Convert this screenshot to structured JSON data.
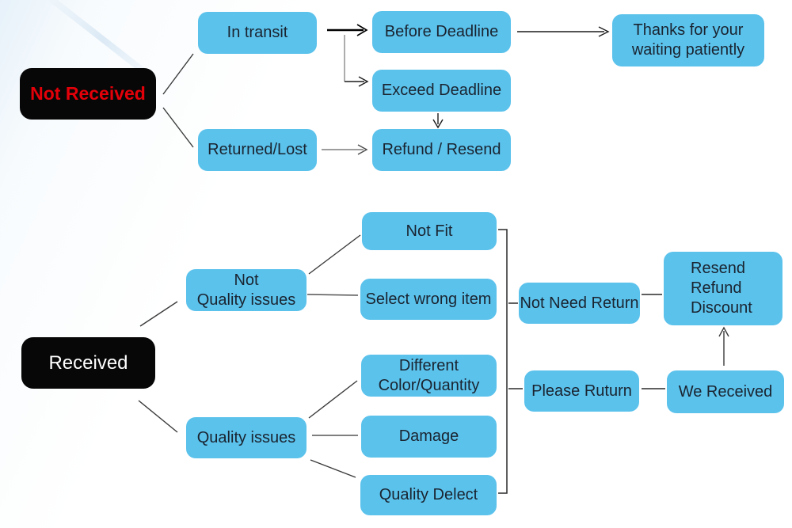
{
  "diagram": {
    "description": "Order after-sale service flowchart",
    "colors": {
      "node_blue": "#5bc2ec",
      "node_black": "#070707",
      "text_dark": "#1a2430",
      "not_received_red": "#e30009",
      "received_white": "#ffffff",
      "line_dark": "#1c1c1c",
      "line_gray": "#8a8a8a"
    },
    "nodes": {
      "not_received": {
        "label": "Not Received"
      },
      "in_transit": {
        "label": "In transit"
      },
      "before_deadline": {
        "label": "Before Deadline"
      },
      "exceed_deadline": {
        "label": "Exceed Deadline"
      },
      "thanks_waiting": {
        "label": "Thanks for your\nwaiting patiently"
      },
      "refund_resend": {
        "label": "Refund / Resend"
      },
      "returned_lost": {
        "label": "Returned/Lost"
      },
      "received": {
        "label": "Received"
      },
      "not_quality_issues": {
        "label": "Not\nQuality issues"
      },
      "not_fit": {
        "label": "Not Fit"
      },
      "select_wrong_item": {
        "label": "Select wrong item"
      },
      "different_color_quantity": {
        "label": "Different\nColor/Quantity"
      },
      "damage": {
        "label": "Damage"
      },
      "quality_delect": {
        "label": "Quality Delect"
      },
      "quality_issues": {
        "label": "Quality issues"
      },
      "not_need_return": {
        "label": "Not Need Return"
      },
      "please_ruturn": {
        "label": "Please Ruturn"
      },
      "we_received": {
        "label": "We Received"
      },
      "resend_refund_discount": {
        "label": "Resend\nRefund\nDiscount"
      }
    },
    "edges": [
      {
        "from": "not_received",
        "to": "in_transit",
        "arrow": false
      },
      {
        "from": "not_received",
        "to": "returned_lost",
        "arrow": false
      },
      {
        "from": "in_transit",
        "to": "before_deadline",
        "arrow": true
      },
      {
        "from": "in_transit",
        "to": "exceed_deadline",
        "arrow": true
      },
      {
        "from": "before_deadline",
        "to": "thanks_waiting",
        "arrow": true
      },
      {
        "from": "exceed_deadline",
        "to": "refund_resend",
        "arrow": true
      },
      {
        "from": "returned_lost",
        "to": "refund_resend",
        "arrow": true
      },
      {
        "from": "received",
        "to": "not_quality_issues",
        "arrow": false
      },
      {
        "from": "received",
        "to": "quality_issues",
        "arrow": false
      },
      {
        "from": "not_quality_issues",
        "to": "not_fit",
        "arrow": false
      },
      {
        "from": "not_quality_issues",
        "to": "select_wrong_item",
        "arrow": false
      },
      {
        "from": "quality_issues",
        "to": "different_color_quantity",
        "arrow": false
      },
      {
        "from": "quality_issues",
        "to": "damage",
        "arrow": false
      },
      {
        "from": "quality_issues",
        "to": "quality_delect",
        "arrow": false
      },
      {
        "from": "not_fit",
        "to": "not_need_return",
        "arrow": false,
        "via": "bracket"
      },
      {
        "from": "quality_delect",
        "to": "please_ruturn",
        "arrow": false,
        "via": "bracket"
      },
      {
        "from": "not_need_return",
        "to": "resend_refund_discount",
        "arrow": false
      },
      {
        "from": "please_ruturn",
        "to": "we_received",
        "arrow": false
      },
      {
        "from": "we_received",
        "to": "resend_refund_discount",
        "arrow": true
      }
    ]
  }
}
